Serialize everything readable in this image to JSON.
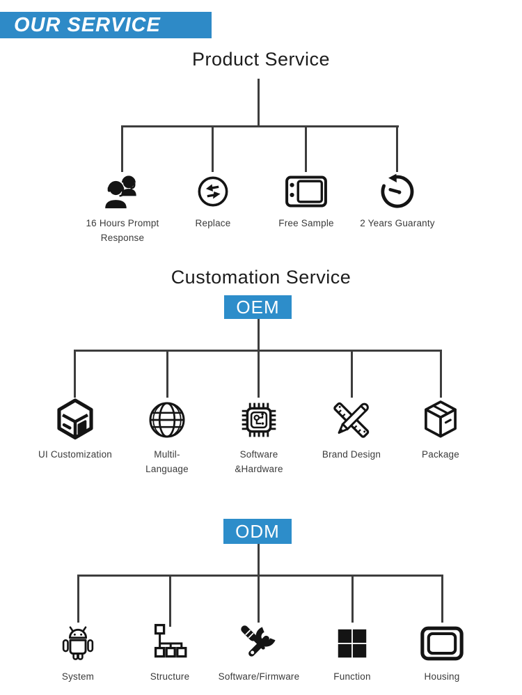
{
  "header": {
    "title": "OUR SERVICE"
  },
  "colors": {
    "banner_blue": "#2e8ac7",
    "badge_blue": "#2d8dca",
    "line_gray": "#3d3d3d",
    "title_color": "#1c1c1c",
    "label_color": "#3a3a3a",
    "icon_color": "#141414"
  },
  "product_service": {
    "title": "Product Service",
    "items": [
      {
        "icon": "support-team-icon",
        "label": "16 Hours Prompt\nResponse"
      },
      {
        "icon": "replace-icon",
        "label": "Replace"
      },
      {
        "icon": "free-sample-icon",
        "label": "Free Sample"
      },
      {
        "icon": "guaranty-icon",
        "label": "2 Years Guaranty"
      }
    ]
  },
  "customation_service": {
    "title": "Customation Service",
    "badge": "OEM",
    "items": [
      {
        "icon": "ui-cube-icon",
        "label": "UI Customization"
      },
      {
        "icon": "globe-icon",
        "label": "Multil-\nLanguage"
      },
      {
        "icon": "chip-icon",
        "label": "Software\n&Hardware"
      },
      {
        "icon": "design-tools-icon",
        "label": "Brand Design"
      },
      {
        "icon": "package-box-icon",
        "label": "Package"
      }
    ]
  },
  "odm_service": {
    "badge": "ODM",
    "items": [
      {
        "icon": "android-icon",
        "label": "System"
      },
      {
        "icon": "org-structure-icon",
        "label": "Structure"
      },
      {
        "icon": "tools-icon",
        "label": "Software/Firmware"
      },
      {
        "icon": "function-grid-icon",
        "label": "Function"
      },
      {
        "icon": "housing-icon",
        "label": "Housing"
      }
    ]
  }
}
